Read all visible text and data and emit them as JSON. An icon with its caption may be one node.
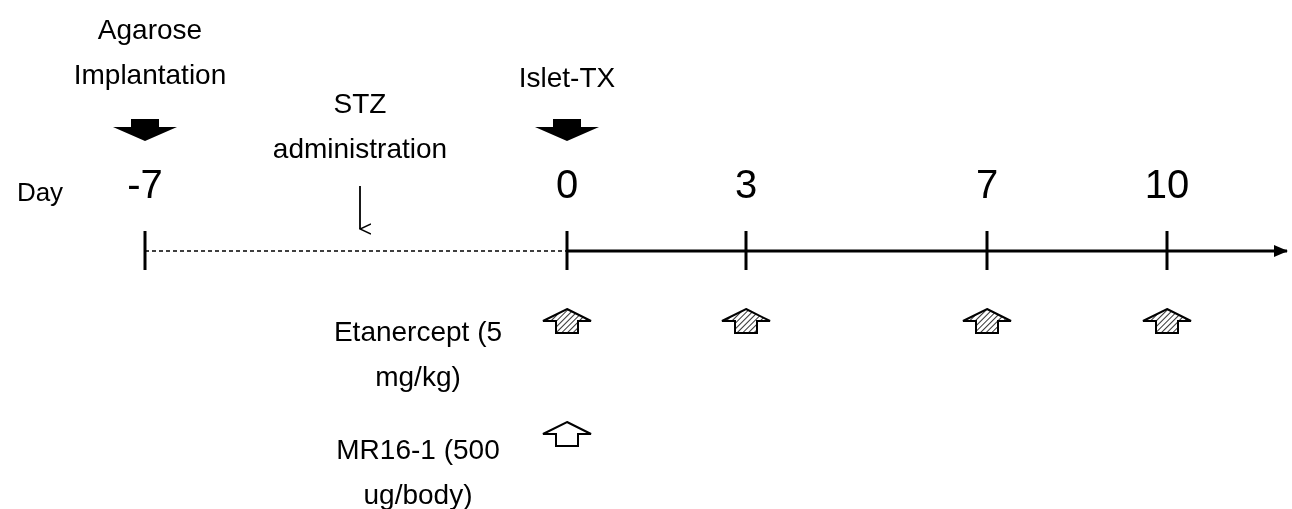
{
  "diagram": {
    "labels": [
      "Agarose Implantation",
      "STZ administration",
      "Islet-TX",
      "Day",
      "-7",
      "0",
      "3",
      "7",
      "10",
      "Etanercept (5 mg/kg)",
      "MR16-1 (500 ug/body)"
    ]
  }
}
